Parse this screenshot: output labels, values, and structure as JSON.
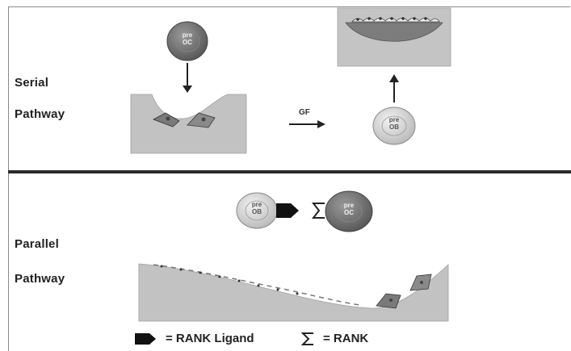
{
  "serial": {
    "label_line1": "Serial",
    "label_line2": "Pathway",
    "factor_label": "GF",
    "cells": {
      "pre_oc": [
        "pre",
        "OC"
      ],
      "pre_ob": [
        "pre",
        "OB"
      ]
    }
  },
  "parallel": {
    "label_line1": "Parallel",
    "label_line2": "Pathway",
    "cells": {
      "pre_ob": [
        "pre",
        "OB"
      ],
      "pre_oc": [
        "pre",
        "OC"
      ]
    }
  },
  "legend": {
    "ligand_text": "=  RANK Ligand",
    "receptor_text": "=  RANK"
  },
  "colors": {
    "preoc_fill": "#6f6f6f",
    "preob_fill": "#cfcfcf",
    "bone": "#bdbdbd",
    "ligand": "#111111"
  }
}
